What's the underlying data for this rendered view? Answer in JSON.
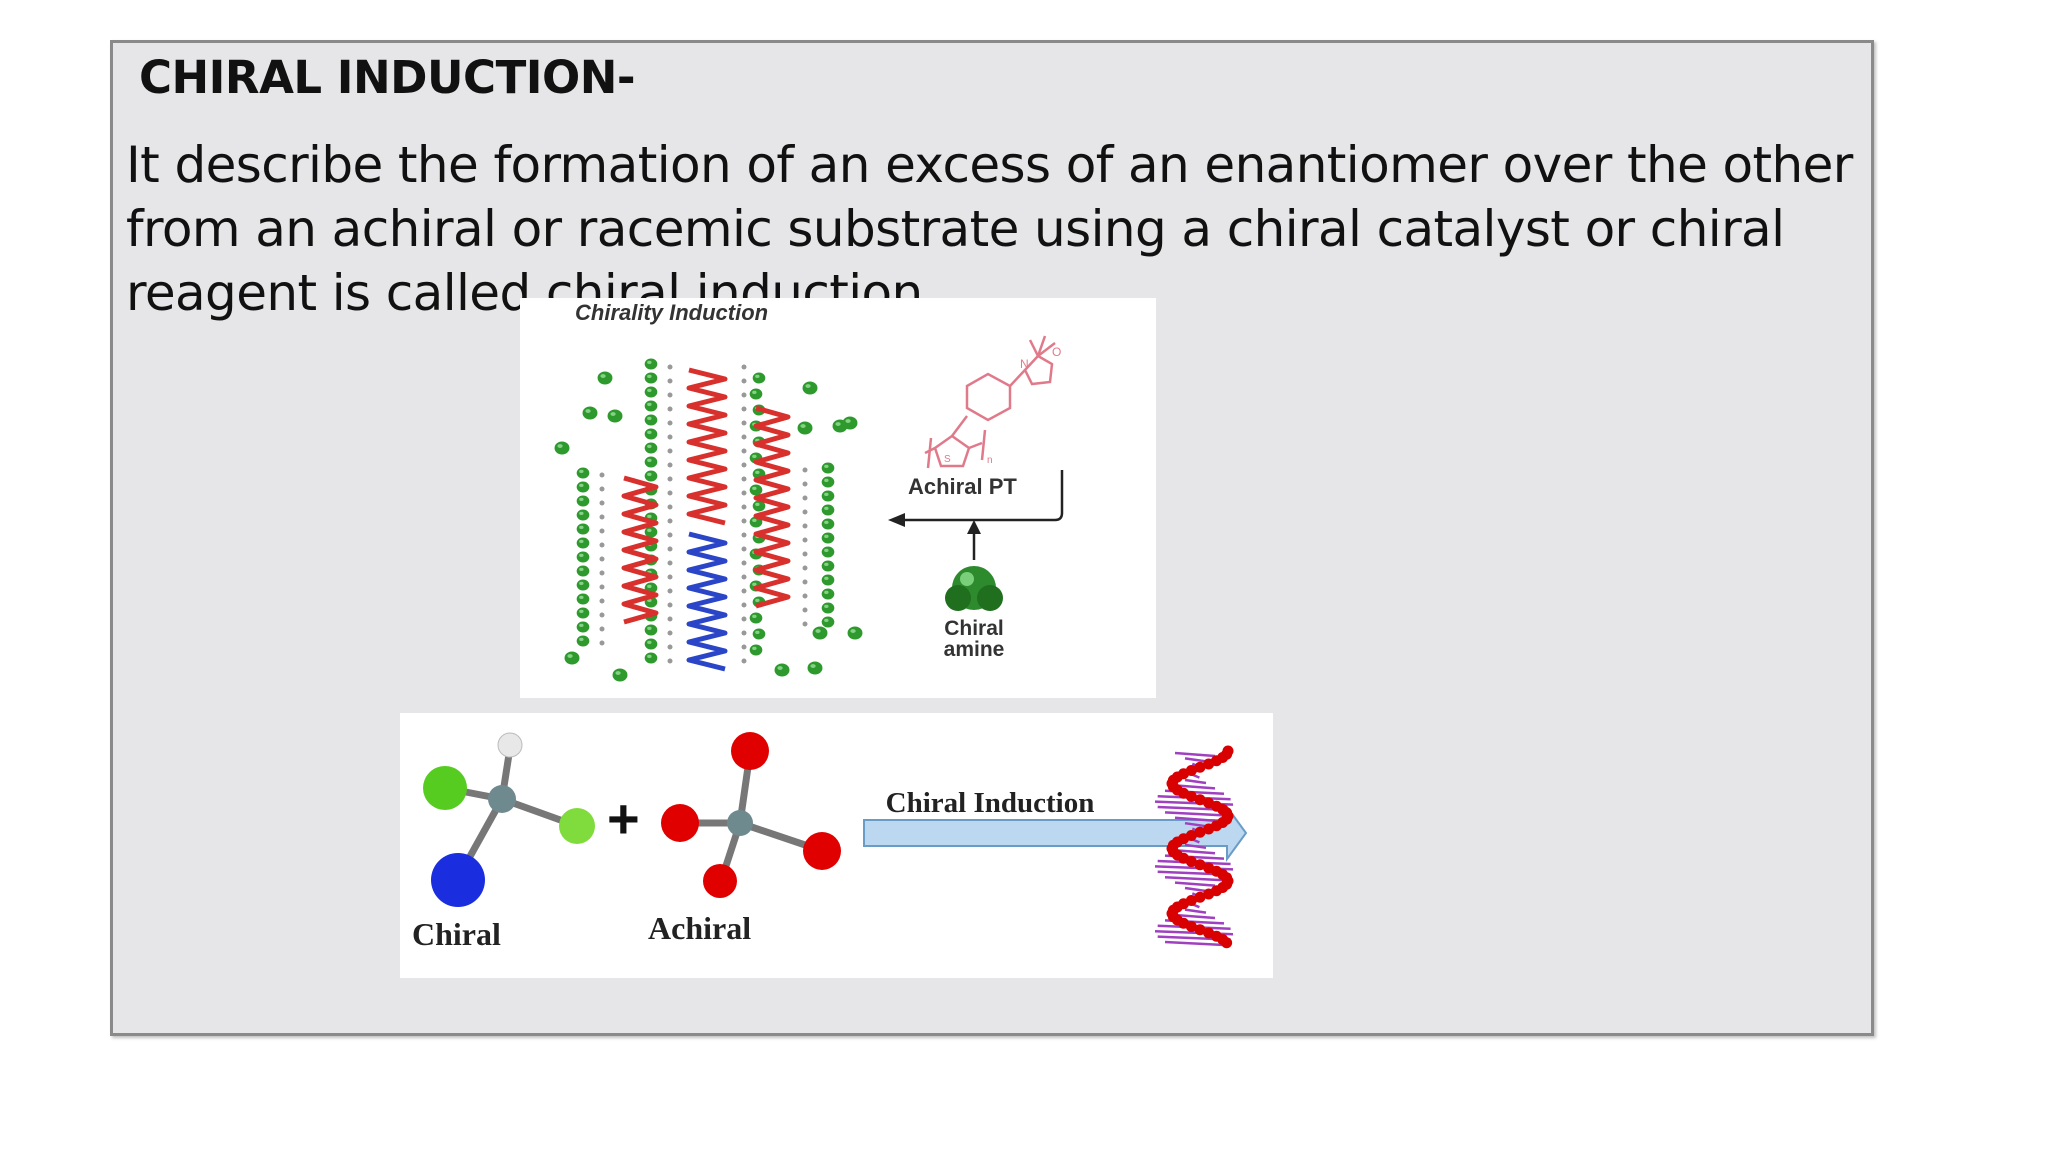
{
  "slide": {
    "title": "CHIRAL INDUCTION-",
    "body_lines": [
      "It describe the formation of an excess of an enantiomer over the other",
      "from an achiral or racemic substrate using a chiral catalyst or chiral",
      "reagent is called chiral induction."
    ]
  },
  "figure_top": {
    "heading": "Chirality Induction",
    "label_polymer": "Achiral PT",
    "label_amine_1": "Chiral",
    "label_amine_2": "amine",
    "atom_labels": {
      "n": "N",
      "o": "O",
      "s": "S",
      "sub_n": "n"
    }
  },
  "figure_bottom": {
    "label_chiral": "Chiral",
    "plus": "+",
    "label_achiral": "Achiral",
    "arrow_label": "Chiral Induction"
  },
  "colors": {
    "slide_bg": "#e6e6e8",
    "helix_red": "#d8302c",
    "helix_blue": "#2a45c8",
    "green_ball": "#2e9a2e",
    "pink_structure": "#e07a8a",
    "arrow_fill": "#bcd8f0",
    "atom_red": "#e00000",
    "atom_blue": "#1a2ee0",
    "atom_green": "#56cc20",
    "ribbon_purple": "#a040c0"
  }
}
